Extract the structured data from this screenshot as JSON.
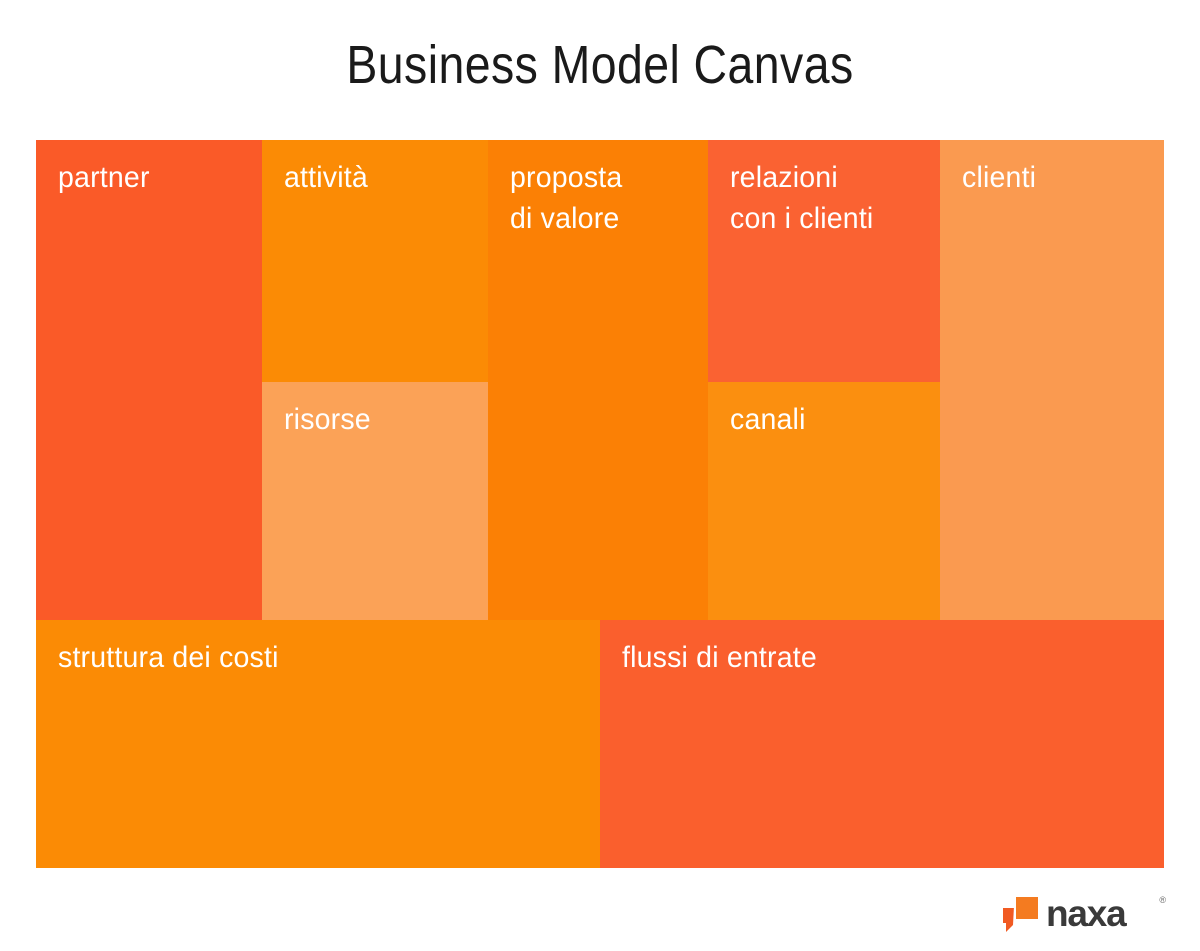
{
  "page": {
    "title": "Business Model Canvas",
    "background_color": "#ffffff",
    "title_color": "#1a1a1a"
  },
  "canvas": {
    "blocks": [
      {
        "key": "partner",
        "label": "partner",
        "color": "#FA5A28",
        "column": 1,
        "span": "full-height"
      },
      {
        "key": "attivita",
        "label": "attività",
        "color": "#FB8B05",
        "column": 2,
        "span": "top"
      },
      {
        "key": "risorse",
        "label": "risorse",
        "color": "#FBA257",
        "column": 2,
        "span": "middle"
      },
      {
        "key": "proposta-di-valore",
        "label": "proposta\ndi valore",
        "color": "#FB8005",
        "column": 3,
        "span": "full-height"
      },
      {
        "key": "relazioni-con-i-clienti",
        "label": "relazioni\ncon i clienti",
        "color": "#FA6232",
        "column": 4,
        "span": "top"
      },
      {
        "key": "canali",
        "label": "canali",
        "color": "#FB8F0F",
        "column": 4,
        "span": "middle"
      },
      {
        "key": "clienti",
        "label": "clienti",
        "color": "#FA9A50",
        "column": 5,
        "span": "full-height"
      },
      {
        "key": "struttura-dei-costi",
        "label": "struttura dei costi",
        "color": "#FB8B05",
        "column": 0,
        "span": "bottom-left"
      },
      {
        "key": "flussi-di-entrate",
        "label": "flussi di entrate",
        "color": "#FA5F2D",
        "column": 0,
        "span": "bottom-right"
      }
    ],
    "label_color": "#ffffff"
  },
  "logo": {
    "wordmark": "naxa",
    "registered_mark": "®",
    "mark_color_primary": "#F47B20",
    "mark_color_secondary": "#F15A22",
    "wordmark_color": "#3a3a3a"
  }
}
